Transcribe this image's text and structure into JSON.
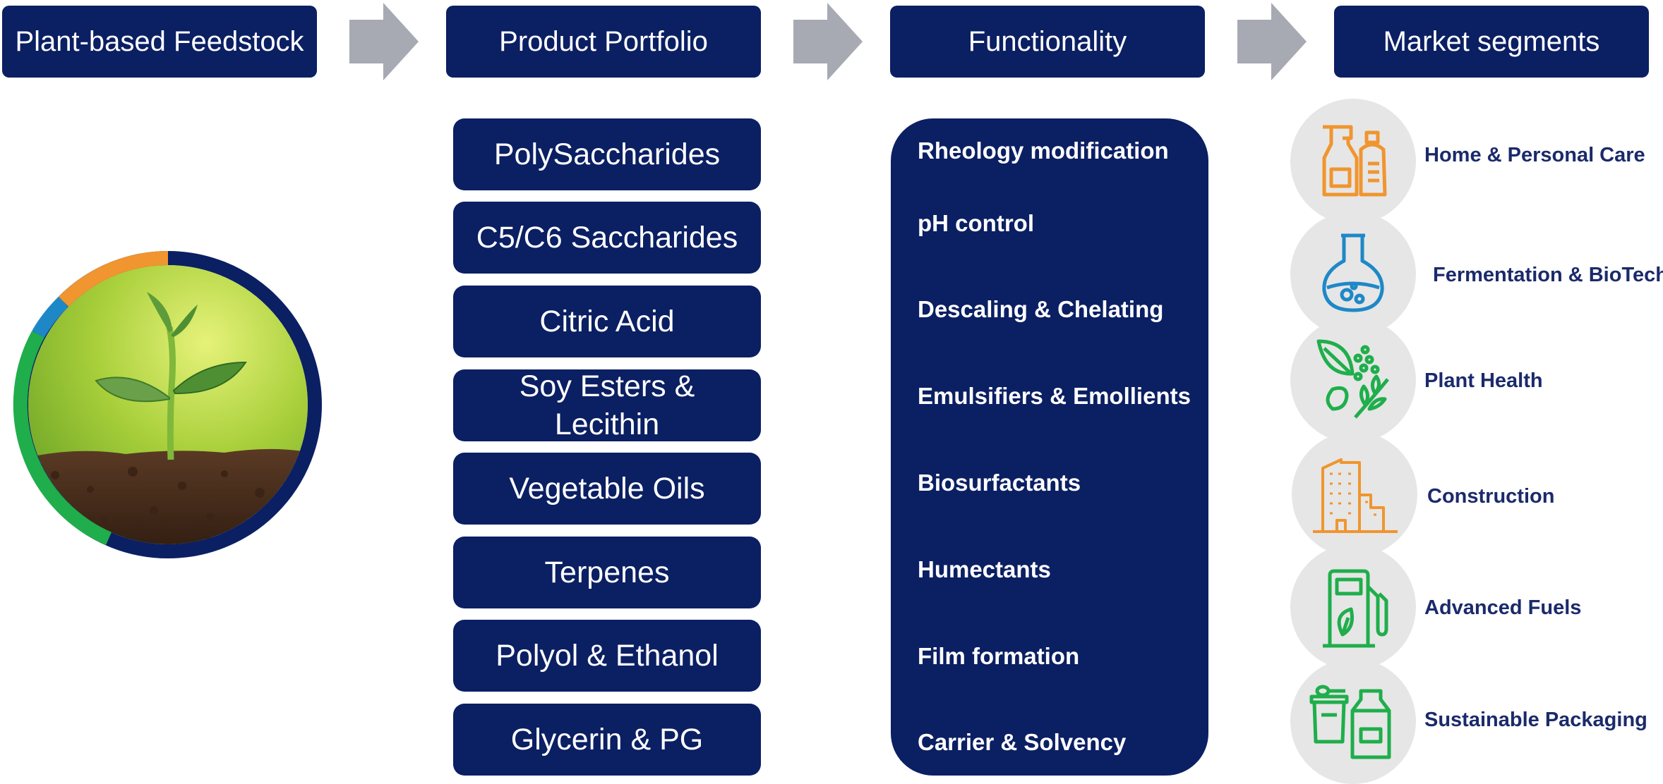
{
  "headers": {
    "feedstock": "Plant-based Feedstock",
    "portfolio": "Product Portfolio",
    "functionality": "Functionality",
    "markets": "Market segments"
  },
  "products": [
    "PolySaccharides",
    "C5/C6 Saccharides",
    "Citric Acid",
    "Soy Esters & Lecithin",
    "Vegetable Oils",
    "Terpenes",
    "Polyol & Ethanol",
    "Glycerin & PG"
  ],
  "functions": [
    "Rheology modification",
    "pH control",
    "Descaling & Chelating",
    "Emulsifiers & Emollients",
    "Biosurfactants",
    "Humectants",
    "Film formation",
    "Carrier & Solvency"
  ],
  "markets": [
    {
      "label": "Home & Personal Care",
      "icon": "spray-bottle-icon",
      "color": "#f0952f"
    },
    {
      "label": "Fermentation & BioTech",
      "icon": "flask-icon",
      "color": "#1e88c7"
    },
    {
      "label": "Plant Health",
      "icon": "leaves-icon",
      "color": "#1fae4b"
    },
    {
      "label": "Construction",
      "icon": "building-icon",
      "color": "#f0952f"
    },
    {
      "label": "Advanced Fuels",
      "icon": "fuel-pump-icon",
      "color": "#1fae4b"
    },
    {
      "label": "Sustainable Packaging",
      "icon": "packaging-icon",
      "color": "#1fae4b"
    }
  ],
  "colors": {
    "navy": "#0b1f63",
    "arrow_gray": "#a7a9b3",
    "ring_orange": "#f0952f",
    "ring_blue": "#1e88c7",
    "ring_green": "#1fae4b",
    "icon_bg": "#e6e6e6"
  }
}
